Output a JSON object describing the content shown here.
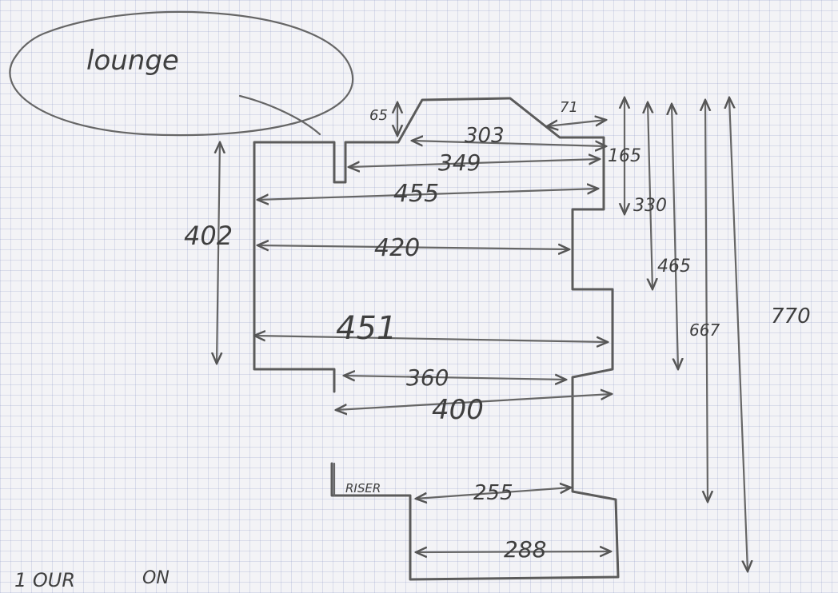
{
  "title_word": "lounge",
  "dimensions": {
    "d303": "303",
    "d71": "71",
    "d65": "65",
    "d349": "349",
    "d165": "165",
    "d455": "455",
    "d330": "330",
    "d402": "402",
    "d420": "420",
    "d465": "465",
    "d451": "451",
    "d667": "667",
    "d770": "770",
    "d360": "360",
    "d400": "400",
    "d255": "255",
    "d288": "288"
  },
  "labels": {
    "riser": "RISER",
    "footer_left": "1 OUR",
    "footer_right": "ON"
  },
  "colors": {
    "paper": "#f3f3f6",
    "grid": "#9aa0c8",
    "pencil": "#5b5b5b"
  }
}
